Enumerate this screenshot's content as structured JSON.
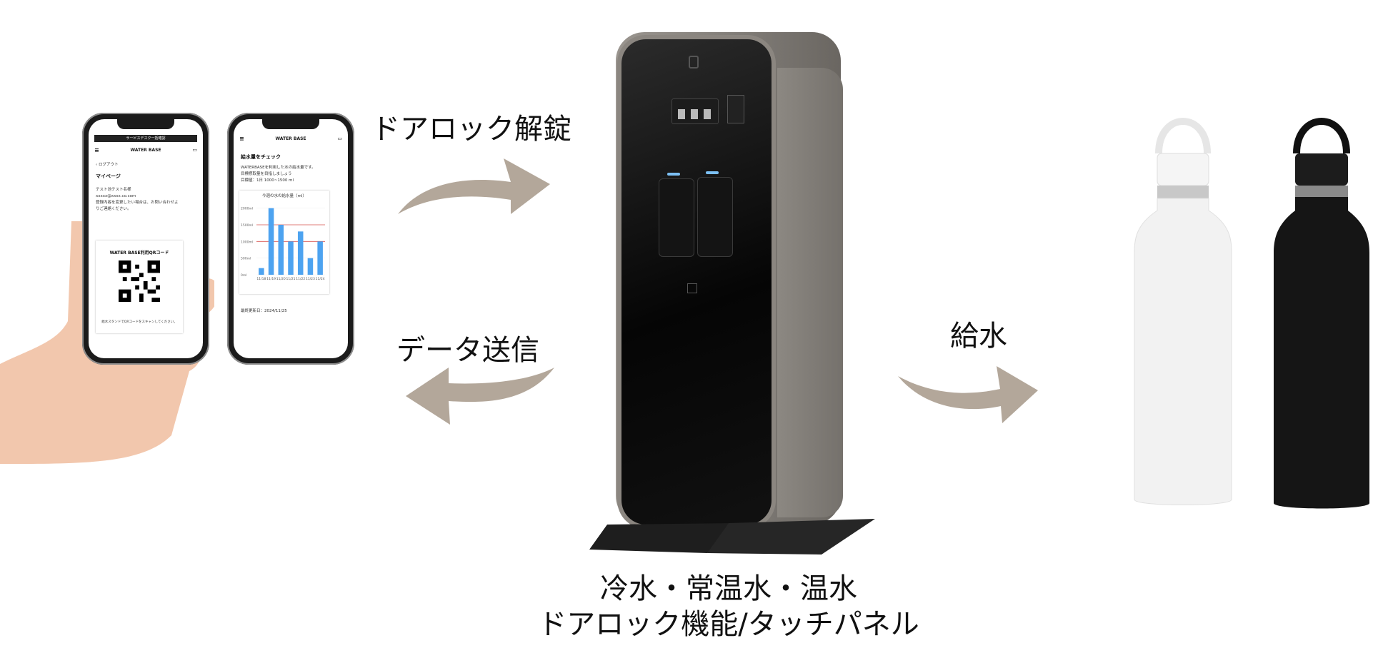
{
  "labels": {
    "door_unlock": "ドアロック解錠",
    "data_send": "データ送信",
    "water_supply": "給水",
    "caption_line1": "冷水・常温水・温水",
    "caption_line2": "ドアロック機能/タッチパネル"
  },
  "phone_left": {
    "banner": "サービスデスク一括確認",
    "brand": "WATER BASE",
    "logout": "‹ ログアウト",
    "page_title": "マイページ",
    "user_name": "テスト池テスト名様",
    "email": "xxxxx@xxxx.co.com",
    "note": "登録内容を変更したい場合は、お問い合わせよりご連絡ください。",
    "qr_title": "WATER BASE利用QRコード",
    "qr_note": "給水スタンドでQRコードをスキャンしてください。"
  },
  "phone_right": {
    "brand": "WATER BASE",
    "section_title": "給水量をチェック",
    "desc1": "WATERBASEを利用した水の給水量です。",
    "desc2": "目標摂取量を目指しましょう",
    "desc3": "目標値：1日 1000~1500 ml",
    "chart_title": "今週の水の給水量（ml）",
    "updated": "最終更新日：2024/11/25"
  },
  "chart_data": {
    "type": "bar",
    "title": "今週の水の給水量（ml）",
    "categories": [
      "11/18",
      "11/19",
      "11/20",
      "11/21",
      "11/22",
      "11/23",
      "11/24"
    ],
    "values": [
      200,
      2000,
      1500,
      1000,
      1300,
      500,
      1000
    ],
    "yticks": [
      "2000ml",
      "1500ml",
      "1000ml",
      "500ml",
      "0ml"
    ],
    "ylim": [
      0,
      2100
    ],
    "reference_lines": [
      1000,
      1500
    ],
    "bar_color": "#4da3f0",
    "ref_color": "#d9534f"
  },
  "colors": {
    "arrow": "#b3a79a",
    "bottle_white": "#f2f2f2",
    "bottle_black": "#151515"
  }
}
